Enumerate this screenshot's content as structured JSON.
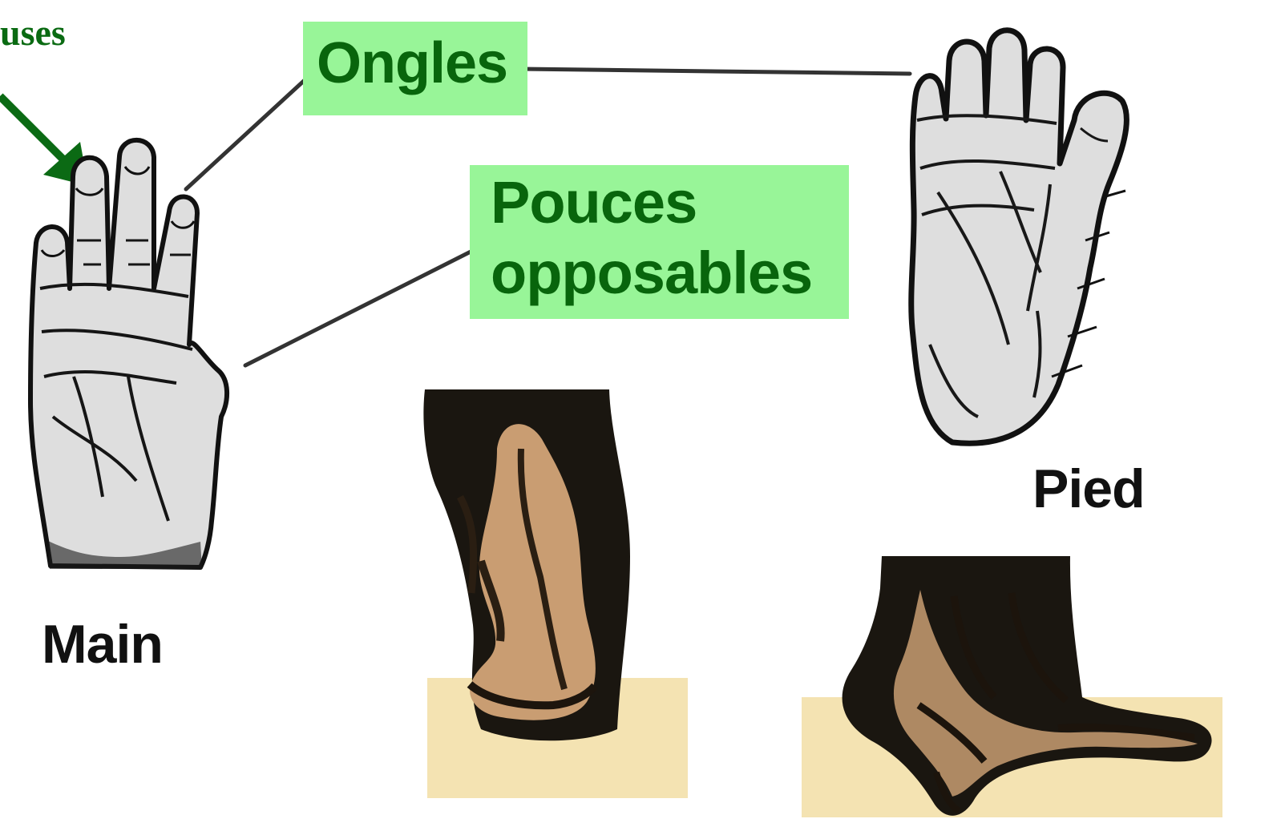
{
  "labels": {
    "corner": "uses",
    "ongles": "Ongles",
    "pouces_line1": "Pouces",
    "pouces_line2": "opposables",
    "main": "Main",
    "pied": "Pied"
  },
  "illustrations": {
    "hand_icon": "primate-hand-sketch",
    "foot_icon": "primate-foot-sketch",
    "walking_hand_icon": "ape-hand-knuckle-walking",
    "grasping_foot_icon": "ape-foot-grasping"
  },
  "colors": {
    "label_background": "#98f598",
    "label_text": "#08650c",
    "arrow": "#0b6a14",
    "connector": "#333333",
    "caption_text": "#111111",
    "fur": "#1a1610",
    "skin": "#c99d72",
    "ground": "#f4e3b2",
    "sketch_fill": "#dedede"
  }
}
